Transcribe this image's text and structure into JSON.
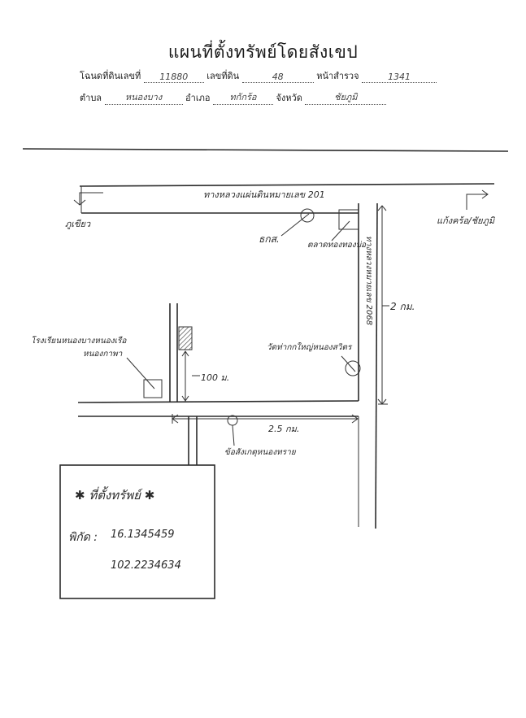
{
  "header": {
    "title": "แผนที่ตั้งทรัพย์โดยสังเขป",
    "deed_label": "โฉนดที่ดินเลขที่",
    "deed_value": "11880",
    "land_no_label": "เลขที่ดิน",
    "land_no_value": "48",
    "survey_page_label": "หน้าสำรวจ",
    "survey_page_value": "1341",
    "subdistrict_label": "ตำบล",
    "subdistrict_value": "หนองบาง",
    "district_label": "อำเภอ",
    "district_value": "ทกักร้อ",
    "province_label": "จังหวัด",
    "province_value": "ชัยภูมิ"
  },
  "map": {
    "highway_201": "ทางหลวงแผ่นดินหมายเลข 201",
    "to_left": "ภูเขียว",
    "to_right": "แก้งคร้อ/ชัยภูมิ",
    "bank_bkas": "ธกส.",
    "police_station": "ตลาดทองทองบ่อ",
    "highway_2068": "ทางหลวงหมายเลข 2068",
    "dist_2km": "2 กม.",
    "school_label": "โรงเรียนหนองบางหนองเรือ",
    "school_label_2": "หนองกาพา",
    "dist_100m": "100 ม.",
    "temple_label": "วัดท่ากกใหญ่หนองสวิตร",
    "dist_25km": "2.5 กม.",
    "junction_label": "ข้อสังเกตุหนองทราย"
  },
  "location_box": {
    "title": "ที่ตั้งทรัพย์",
    "coord_label": "พิกัด :",
    "lat": "16.1345459",
    "lon": "102.2234634"
  },
  "colors": {
    "ink": "#2b2b2b",
    "paper": "#ffffff"
  }
}
